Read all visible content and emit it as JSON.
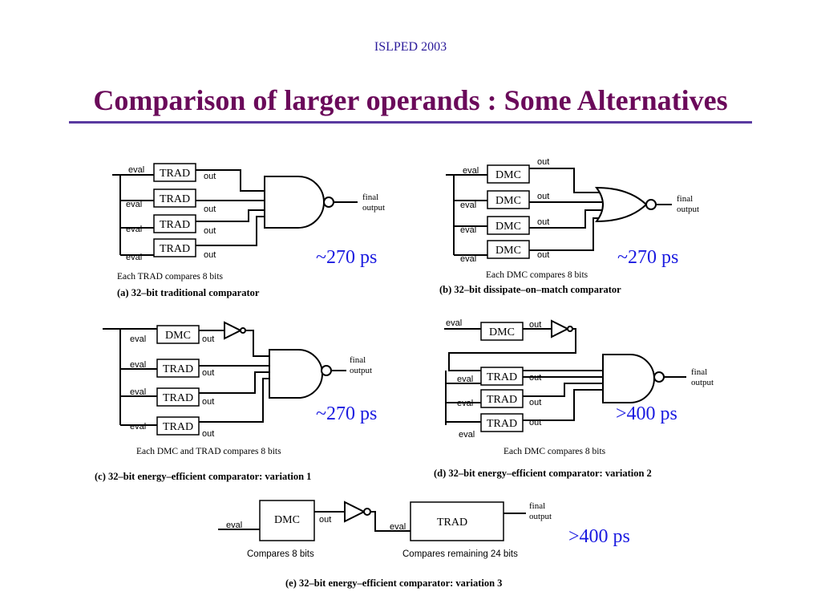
{
  "header": {
    "conference": "ISLPED 2003",
    "title": "Comparison of larger operands : Some Alternatives"
  },
  "labels": {
    "eval": "eval",
    "out": "out",
    "final_line1": "final",
    "final_line2": "output",
    "trad": "TRAD",
    "dmc": "DMC"
  },
  "panels": {
    "a": {
      "note": "Each TRAD compares 8 bits",
      "caption": "(a) 32–bit traditional comparator",
      "timing": "~270 ps"
    },
    "b": {
      "note": "Each DMC compares 8 bits",
      "caption": "(b) 32–bit dissipate–on–match comparator",
      "timing": "~270 ps"
    },
    "c": {
      "note": "Each DMC and TRAD compares 8 bits",
      "caption": "(c) 32–bit energy–efficient comparator: variation 1",
      "timing": "~270 ps"
    },
    "d": {
      "note": "Each DMC compares 8 bits",
      "caption": "(d) 32–bit energy–efficient comparator: variation 2",
      "timing": ">400 ps"
    },
    "e": {
      "note_left": "Compares 8 bits",
      "note_right": "Compares remaining  24 bits",
      "caption": "(e) 32–bit energy–efficient comparator: variation 3",
      "timing": ">400 ps"
    }
  }
}
